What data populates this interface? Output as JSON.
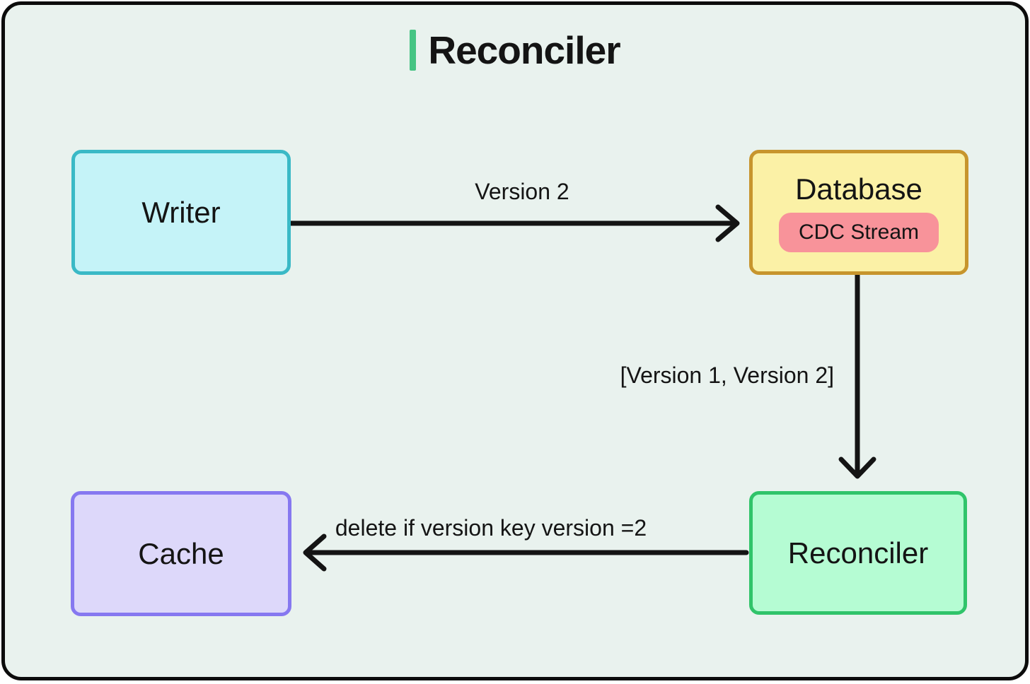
{
  "title": {
    "text": "Reconciler"
  },
  "nodes": {
    "writer": {
      "label": "Writer"
    },
    "database": {
      "label": "Database",
      "sub": "CDC Stream"
    },
    "reconciler": {
      "label": "Reconciler"
    },
    "cache": {
      "label": "Cache"
    }
  },
  "edges": {
    "writer_to_database": {
      "label": "Version 2"
    },
    "database_to_reconciler": {
      "label": "[Version 1, Version 2]"
    },
    "reconciler_to_cache": {
      "label": "delete if version key version =2"
    }
  },
  "colors": {
    "background": "#e9f2ee",
    "frame_border": "#0c0c0c",
    "title_accent": "#46c483",
    "writer_fill": "#c5f3f8",
    "writer_border": "#3ab9c6",
    "database_fill": "#fbf1a6",
    "database_border": "#c7952d",
    "cdc_fill": "#f8939a",
    "reconciler_fill": "#b5fcd3",
    "reconciler_border": "#30c46a",
    "cache_fill": "#ddd8fa",
    "cache_border": "#8678f0",
    "arrow": "#141414"
  }
}
